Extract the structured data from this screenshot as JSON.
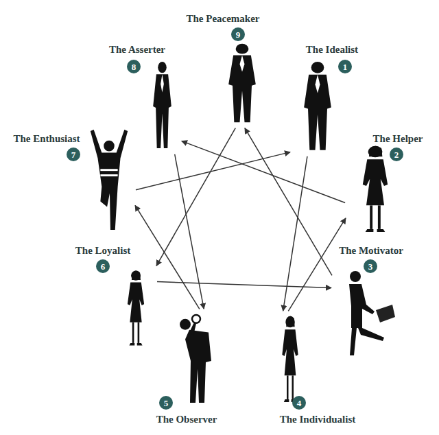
{
  "diagram": {
    "nodes": [
      {
        "text": [
          "The Idealist",
          "1"
        ]
      },
      {
        "text": [
          "The Helper",
          "2"
        ]
      },
      {
        "text": [
          "The Motivator",
          "3"
        ]
      },
      {
        "text": [
          "The Individualist",
          "4"
        ]
      },
      {
        "text": [
          "The Observer",
          "5"
        ]
      },
      {
        "text": [
          "The Loyalist",
          "6"
        ]
      },
      {
        "text": [
          "The Enthusiast",
          "7"
        ]
      },
      {
        "text": [
          "The Asserter",
          "8"
        ]
      },
      {
        "text": [
          "The Peacemaker",
          "9"
        ]
      }
    ],
    "edges": [
      {
        "from": 0,
        "to": 3,
        "arrow": "to"
      },
      {
        "from": 3,
        "to": 1,
        "arrow": "to"
      },
      {
        "from": 1,
        "to": 7,
        "arrow": "to"
      },
      {
        "from": 7,
        "to": 4,
        "arrow": "to"
      },
      {
        "from": 4,
        "to": 6,
        "arrow": "to"
      },
      {
        "from": 6,
        "to": 0,
        "arrow": "to"
      },
      {
        "from": 8,
        "to": 5,
        "arrow": "to"
      },
      {
        "from": 5,
        "to": 2,
        "arrow": "to"
      },
      {
        "from": 2,
        "to": 8,
        "arrow": "to"
      }
    ]
  }
}
